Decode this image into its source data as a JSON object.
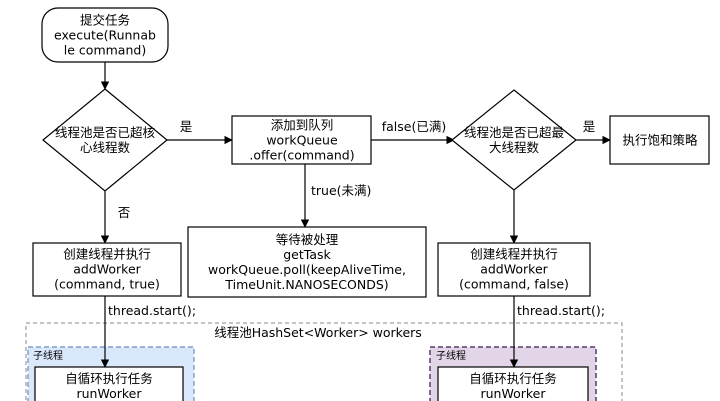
{
  "diagram": {
    "nodes": {
      "submit": [
        "提交任务",
        "execute(Runnab",
        "le command)"
      ],
      "check_core": [
        "线程池是否已超核",
        "心线程数"
      ],
      "add_queue": [
        "添加到队列",
        "workQueue",
        ".offer(command)"
      ],
      "check_max": [
        "线程池是否已超最",
        "大线程数"
      ],
      "reject": [
        "执行饱和策略"
      ],
      "create_core": [
        "创建线程并执行",
        "addWorker",
        "(command, true)"
      ],
      "wait": [
        "等待被处理",
        "getTask",
        "workQueue.poll(keepAliveTime,",
        "TimeUnit.NANOSECONDS)"
      ],
      "create_max": [
        "创建线程并执行",
        "addWorker",
        "(command, false)"
      ],
      "loop_left": [
        "自循环执行任务",
        "runWorker"
      ],
      "loop_right": [
        "自循环执行任务",
        "runWorker"
      ]
    },
    "edges": {
      "core_yes": "是",
      "core_no": "否",
      "queue_false": "false(已满)",
      "queue_true": "true(未满)",
      "max_yes": "是",
      "start_left": "thread.start();",
      "start_right": "thread.start();"
    },
    "regions": {
      "pool_title": "线程池HashSet<Worker> workers",
      "sub_left": "子线程",
      "sub_right": "子线程"
    },
    "colors": {
      "stroke": "#000000",
      "pool_border": "#888888",
      "sub_left_fill": "#dae8fc",
      "sub_right_fill": "#e1d5e7",
      "sub_right_border": "#5b3a6e"
    }
  }
}
